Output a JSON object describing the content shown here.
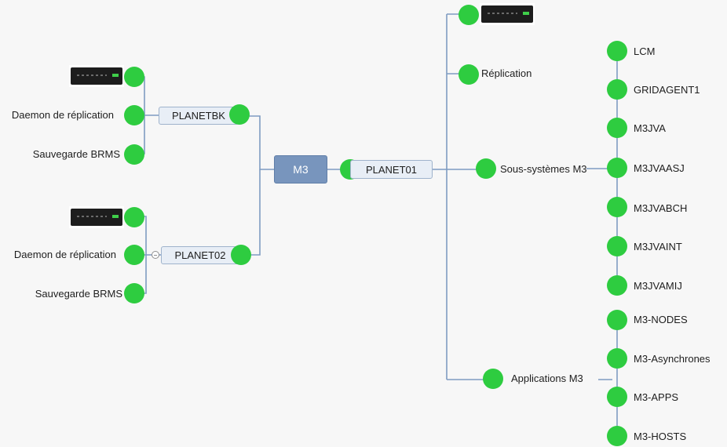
{
  "diagram": {
    "root": "M3",
    "planetbk": {
      "label": "PLANETBK",
      "children": [
        "Daemon de réplication",
        "Sauvegarde BRMS"
      ]
    },
    "planet02": {
      "label": "PLANET02",
      "children": [
        "Daemon de réplication",
        "Sauvegarde BRMS"
      ]
    },
    "planet01": {
      "label": "PLANET01",
      "replication": "Réplication",
      "subsystems": {
        "label": "Sous-systèmes M3",
        "items": [
          "LCM",
          "GRIDAGENT1",
          "M3JVA",
          "M3JVAASJ",
          "M3JVABCH",
          "M3JVAINT",
          "M3JVAMIJ"
        ]
      },
      "applications": {
        "label": "Applications M3",
        "items": [
          "M3-NODES",
          "M3-Asynchrones",
          "M3-APPS",
          "M3-HOSTS"
        ]
      }
    },
    "colors": {
      "dot": "#2ecc40",
      "line": "#7f9cc2",
      "root": "#7895bd",
      "box": "#e8eef6"
    },
    "icons": [
      "server-icon",
      "collapse-icon"
    ]
  }
}
